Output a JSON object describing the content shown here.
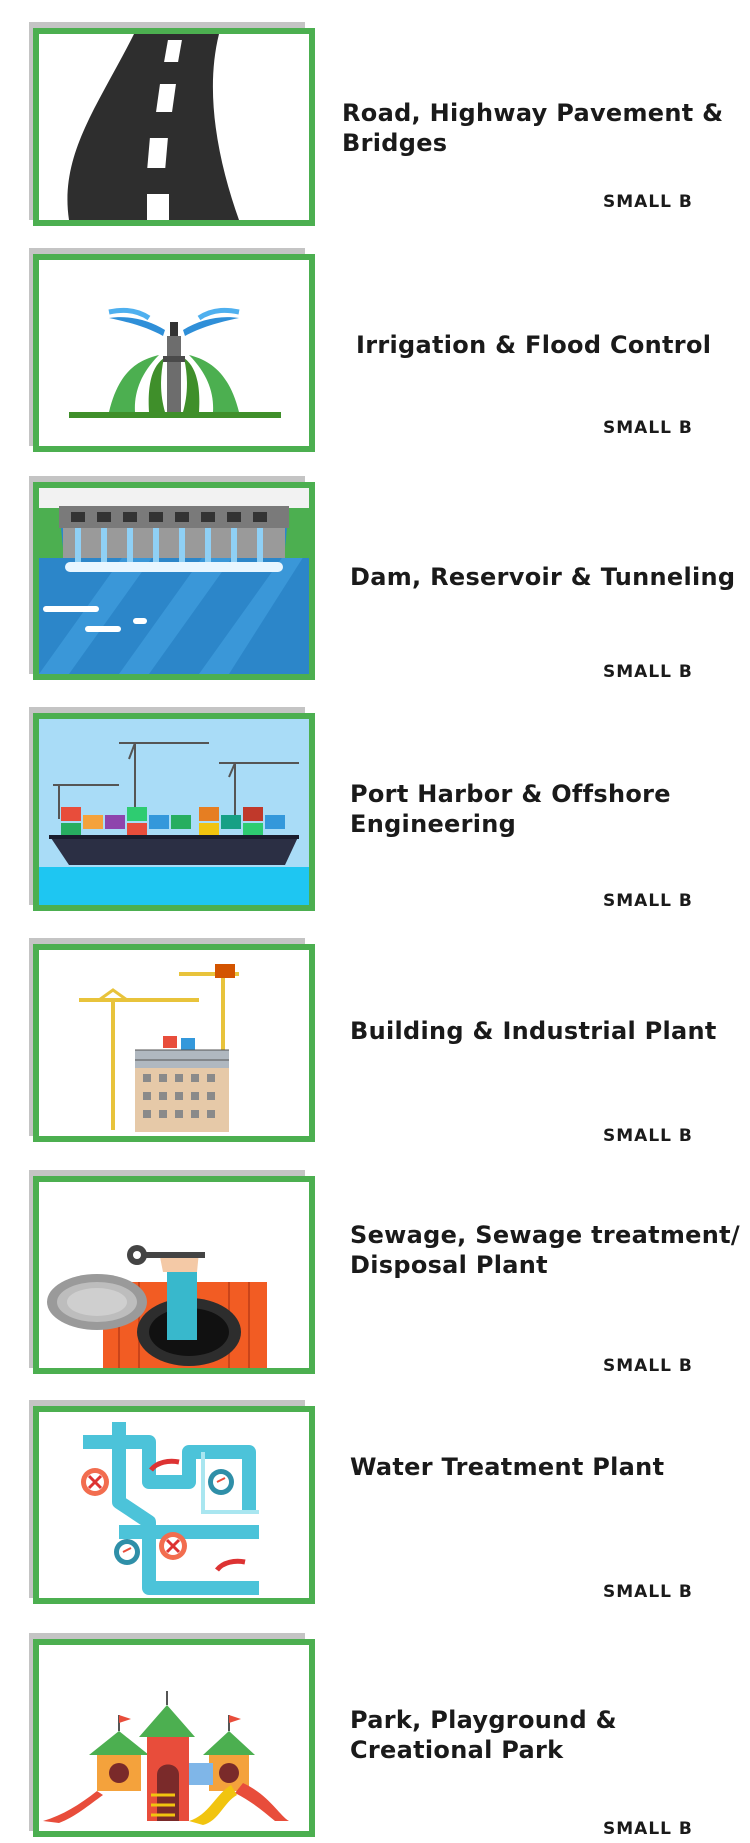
{
  "items": [
    {
      "title": "Road, Highway Pavement & Bridges",
      "tag": "SMALL B"
    },
    {
      "title": "Irrigation & Flood Control",
      "tag": "SMALL B"
    },
    {
      "title": "Dam, Reservoir & Tunneling",
      "tag": "SMALL B"
    },
    {
      "title": "Port Harbor & Offshore Engineering",
      "tag": "SMALL B"
    },
    {
      "title": "Building & Industrial Plant",
      "tag": "SMALL B"
    },
    {
      "title": "Sewage, Sewage treatment/ Disposal Plant",
      "tag": "SMALL B"
    },
    {
      "title": "Water Treatment Plant",
      "tag": "SMALL B"
    },
    {
      "title": "Park, Playground & Creational Park",
      "tag": "SMALL B"
    }
  ],
  "colors": {
    "frame_border": "#4caf50",
    "frame_shadow": "#c4c4c4",
    "text": "#1a1a1a"
  }
}
